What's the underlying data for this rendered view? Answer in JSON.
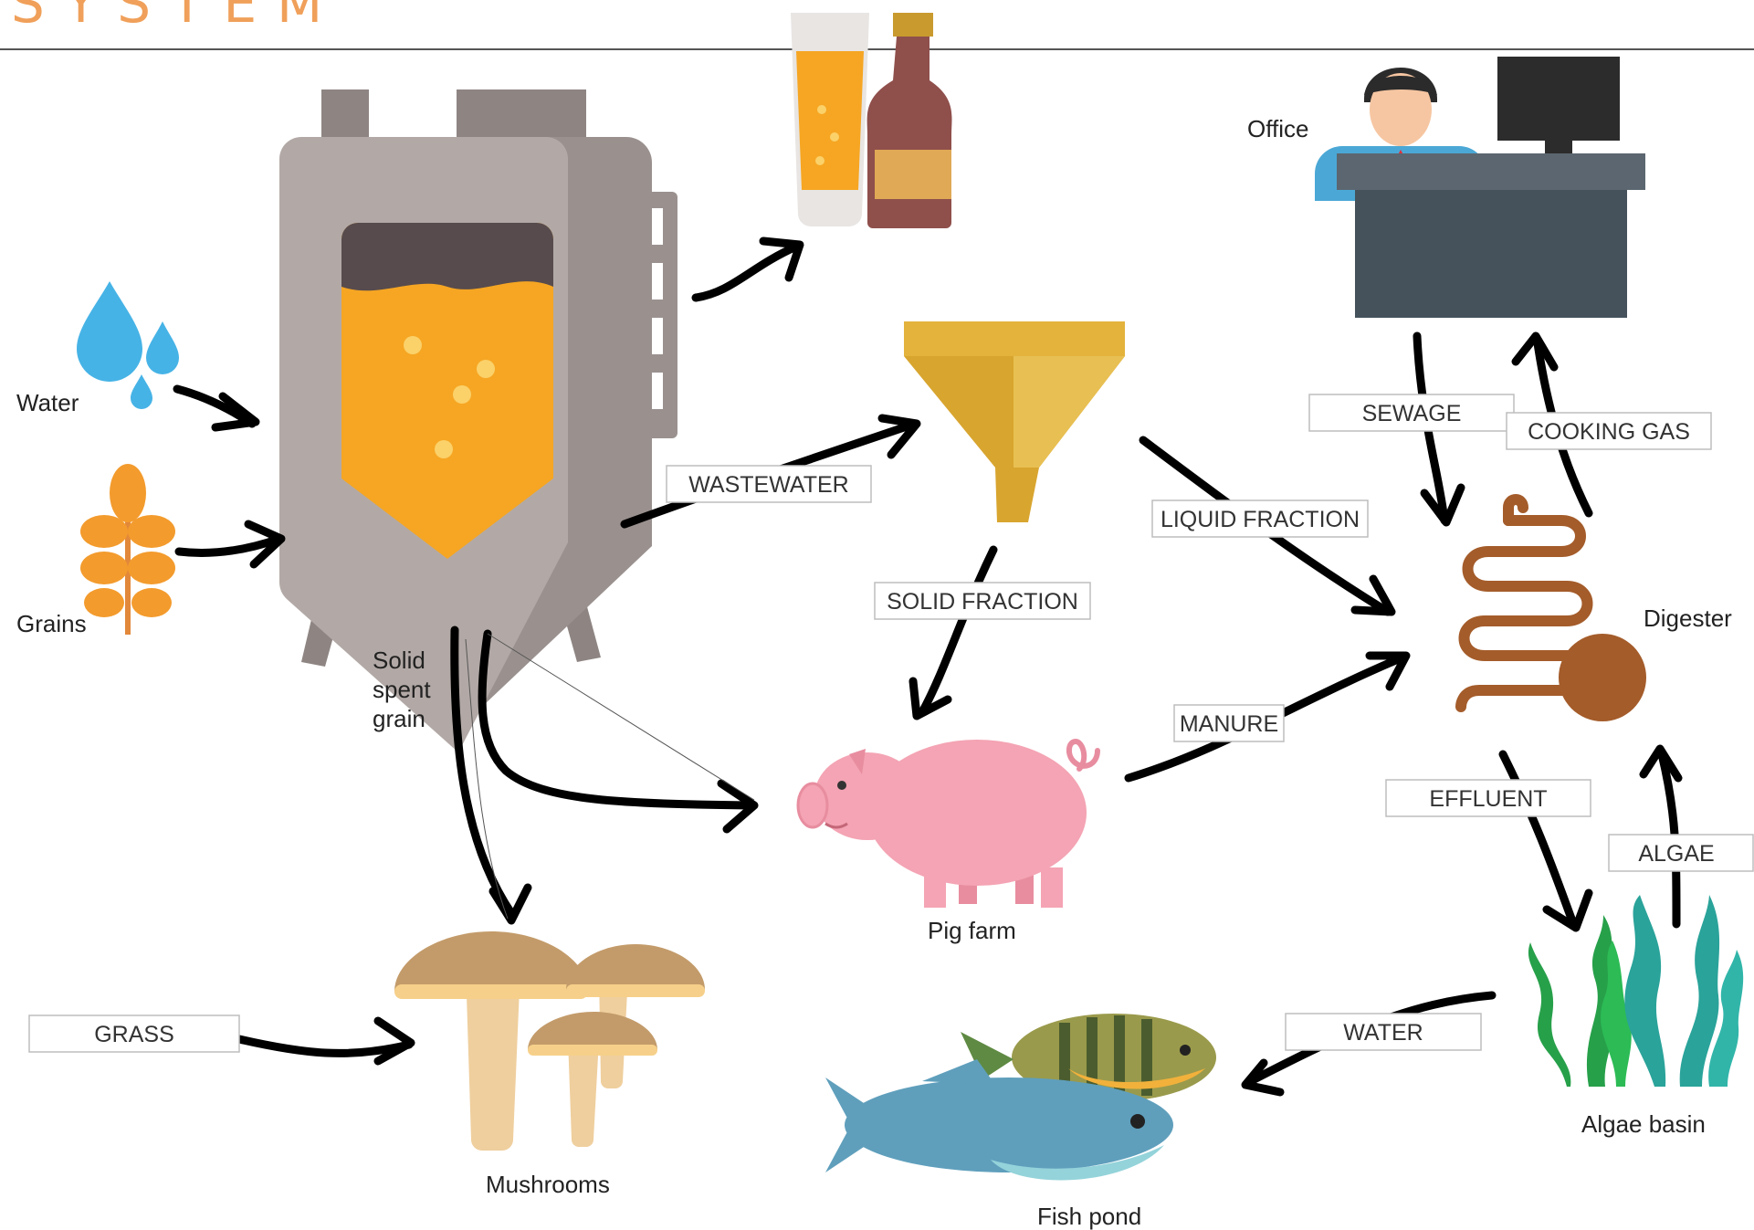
{
  "title": "SYSTEM",
  "nodes": {
    "water": "Water",
    "grains": "Grains",
    "solid_spent_grain": [
      "Solid",
      "spent",
      "grain"
    ],
    "office": "Office",
    "digester": "Digester",
    "pig_farm": "Pig farm",
    "mushrooms": "Mushrooms",
    "fish_pond": "Fish pond",
    "algae_basin": "Algae basin"
  },
  "flows": {
    "wastewater": "WASTEWATER",
    "solid_fraction": "SOLID FRACTION",
    "liquid_fraction": "LIQUID FRACTION",
    "manure": "MANURE",
    "sewage": "SEWAGE",
    "cooking_gas": "COOKING GAS",
    "effluent": "EFFLUENT",
    "algae": "ALGAE",
    "water": "WATER",
    "grass": "GRASS"
  },
  "colors": {
    "title": "#f0a05a",
    "arrow": "#000000",
    "beer": "#f6a623",
    "tank": "#b2a9a6",
    "funnel": "#e3b33c",
    "pig": "#f4a4b4",
    "digester": "#a45c2a",
    "algae_green": "#27a04a",
    "algae_teal": "#2aa39a"
  }
}
